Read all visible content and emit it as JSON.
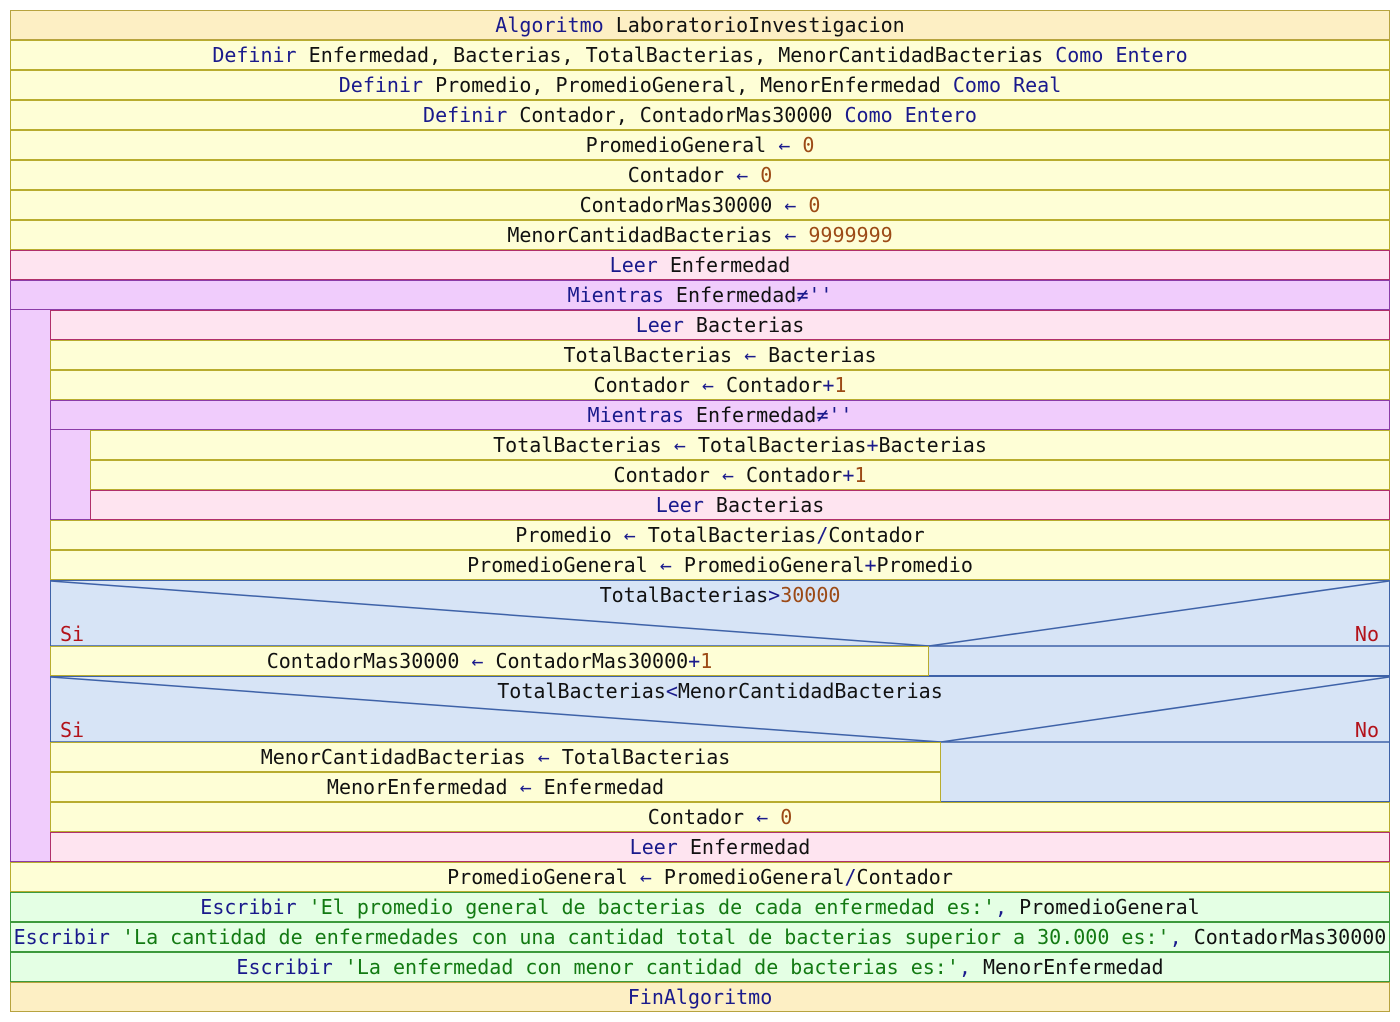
{
  "diagram": {
    "header": {
      "kw": "Algoritmo",
      "name": "LaboratorioInvestigacion"
    },
    "def1": {
      "kw": "Definir",
      "vars": "Enfermedad, Bacterias, TotalBacterias, MenorCantidadBacterias",
      "como": "Como",
      "type": "Entero"
    },
    "def2": {
      "kw": "Definir",
      "vars": "Promedio, PromedioGeneral, MenorEnfermedad",
      "como": "Como",
      "type": "Real"
    },
    "def3": {
      "kw": "Definir",
      "vars": "Contador, ContadorMas30000",
      "como": "Como",
      "type": "Entero"
    },
    "arrow": "←",
    "init1": {
      "var": "PromedioGeneral",
      "val": "0"
    },
    "init2": {
      "var": "Contador",
      "val": "0"
    },
    "init3": {
      "var": "ContadorMas30000",
      "val": "0"
    },
    "init4": {
      "var": "MenorCantidadBacterias",
      "val": "9999999"
    },
    "leer1": {
      "kw": "Leer",
      "var": "Enfermedad"
    },
    "while1": {
      "kw": "Mientras",
      "cond_var": "Enfermedad",
      "cond_op": "≠''"
    },
    "leer2": {
      "kw": "Leer",
      "var": "Bacterias"
    },
    "s_total_init": {
      "var": "TotalBacterias",
      "expr": "Bacterias"
    },
    "s_cont_inc1": {
      "var": "Contador",
      "expr_var": "Contador",
      "op": "+",
      "num": "1"
    },
    "while2": {
      "kw": "Mientras",
      "cond_var": "Enfermedad",
      "cond_op": "≠''"
    },
    "s_total_acc": {
      "var": "TotalBacterias",
      "expr_a": "TotalBacterias",
      "op": "+",
      "expr_b": "Bacterias"
    },
    "s_cont_inc2": {
      "var": "Contador",
      "expr_var": "Contador",
      "op": "+",
      "num": "1"
    },
    "leer3": {
      "kw": "Leer",
      "var": "Bacterias"
    },
    "s_promedio": {
      "var": "Promedio",
      "expr_a": "TotalBacterias",
      "op": "/",
      "expr_b": "Contador"
    },
    "s_promgen": {
      "var": "PromedioGeneral",
      "expr_a": "PromedioGeneral",
      "op": "+",
      "expr_b": "Promedio"
    },
    "if1": {
      "cond_var": "TotalBacterias",
      "cond_op": ">",
      "cond_num": "30000",
      "si": "Si",
      "no": "No"
    },
    "if1_then": {
      "var": "ContadorMas30000",
      "expr_var": "ContadorMas30000",
      "op": "+",
      "num": "1"
    },
    "if2": {
      "cond_var": "TotalBacterias",
      "cond_op": "<",
      "cond_var2": "MenorCantidadBacterias",
      "si": "Si",
      "no": "No"
    },
    "if2_then1": {
      "var": "MenorCantidadBacterias",
      "expr": "TotalBacterias"
    },
    "if2_then2": {
      "var": "MenorEnfermedad",
      "expr": "Enfermedad"
    },
    "s_cont_reset": {
      "var": "Contador",
      "val": "0"
    },
    "leer4": {
      "kw": "Leer",
      "var": "Enfermedad"
    },
    "s_promgen_div": {
      "var": "PromedioGeneral",
      "expr_a": "PromedioGeneral",
      "op": "/",
      "expr_b": "Contador"
    },
    "w1": {
      "kw": "Escribir",
      "str": "'El promedio general de bacterias de cada enfermedad es:'",
      "sep": ",",
      "var": "PromedioGeneral"
    },
    "w2": {
      "kw": "Escribir",
      "str": "'La cantidad de enfermedades con una cantidad total de bacterias superior a 30.000 es:'",
      "sep": ",",
      "var": "ContadorMas30000"
    },
    "w3": {
      "kw": "Escribir",
      "str": "'La enfermedad con menor cantidad de bacterias es:'",
      "sep": ",",
      "var": "MenorEnfermedad"
    },
    "footer": {
      "kw": "FinAlgoritmo"
    }
  }
}
